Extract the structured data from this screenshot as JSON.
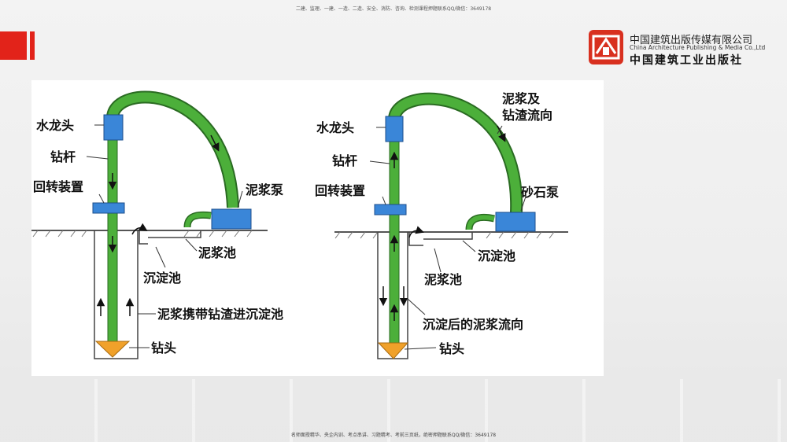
{
  "header_note": "二建、监理、一建、一造、二造、安全、消防、咨询、检测课程押题联系QQ/微信：3649178",
  "footer_note": "名师面授精华、央企内训、考点串讲、习题精考、考前三页纸，绝密押题联系QQ/微信：3649178",
  "publisher": {
    "name_cn": "中国建筑出版传媒有限公司",
    "name_en": "China Architecture Publishing & Media Co.,Ltd",
    "name_script": "中国建筑工业出版社"
  },
  "left_diagram": {
    "labels": {
      "swivel": "水龙头",
      "drill_rod": "钻杆",
      "rotary": "回转装置",
      "mud_pump": "泥浆泵",
      "mud_pit": "泥浆池",
      "settling_pit": "沉淀池",
      "carry_note": "泥浆携带钻渣进沉淀池",
      "drill_bit": "钻头"
    }
  },
  "right_diagram": {
    "labels": {
      "swivel": "水龙头",
      "drill_rod": "钻杆",
      "rotary": "回转装置",
      "flow_line1": "泥浆及",
      "flow_line2": "钻渣流向",
      "sand_pump": "砂石泵",
      "settling_pit": "沉淀池",
      "mud_pit": "泥浆池",
      "after_settle": "沉淀后的泥浆流向",
      "drill_bit": "钻头"
    }
  },
  "colors": {
    "pipe": "#4caf3a",
    "pipe_edge": "#2a6b22",
    "equipment": "#3a86d8",
    "bit": "#f0a12a",
    "accent": "#e2231a"
  }
}
